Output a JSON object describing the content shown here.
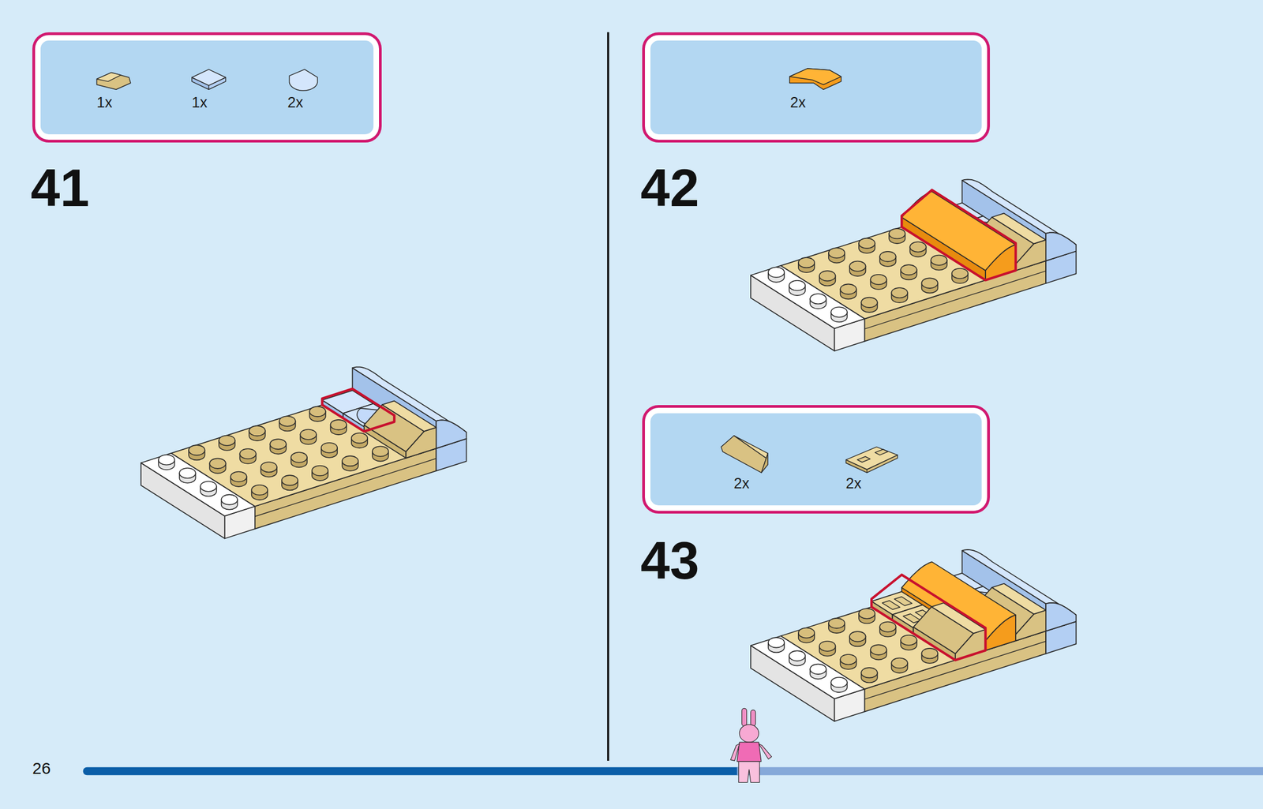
{
  "diagram": {
    "nodes": [
      {
        "text": [
          "1x",
          "1x",
          "2x"
        ]
      },
      {
        "text": [
          "2x"
        ]
      },
      {
        "text": [
          "2x",
          "2x"
        ]
      }
    ],
    "labels": [
      "41",
      "42",
      "43",
      "26"
    ]
  }
}
